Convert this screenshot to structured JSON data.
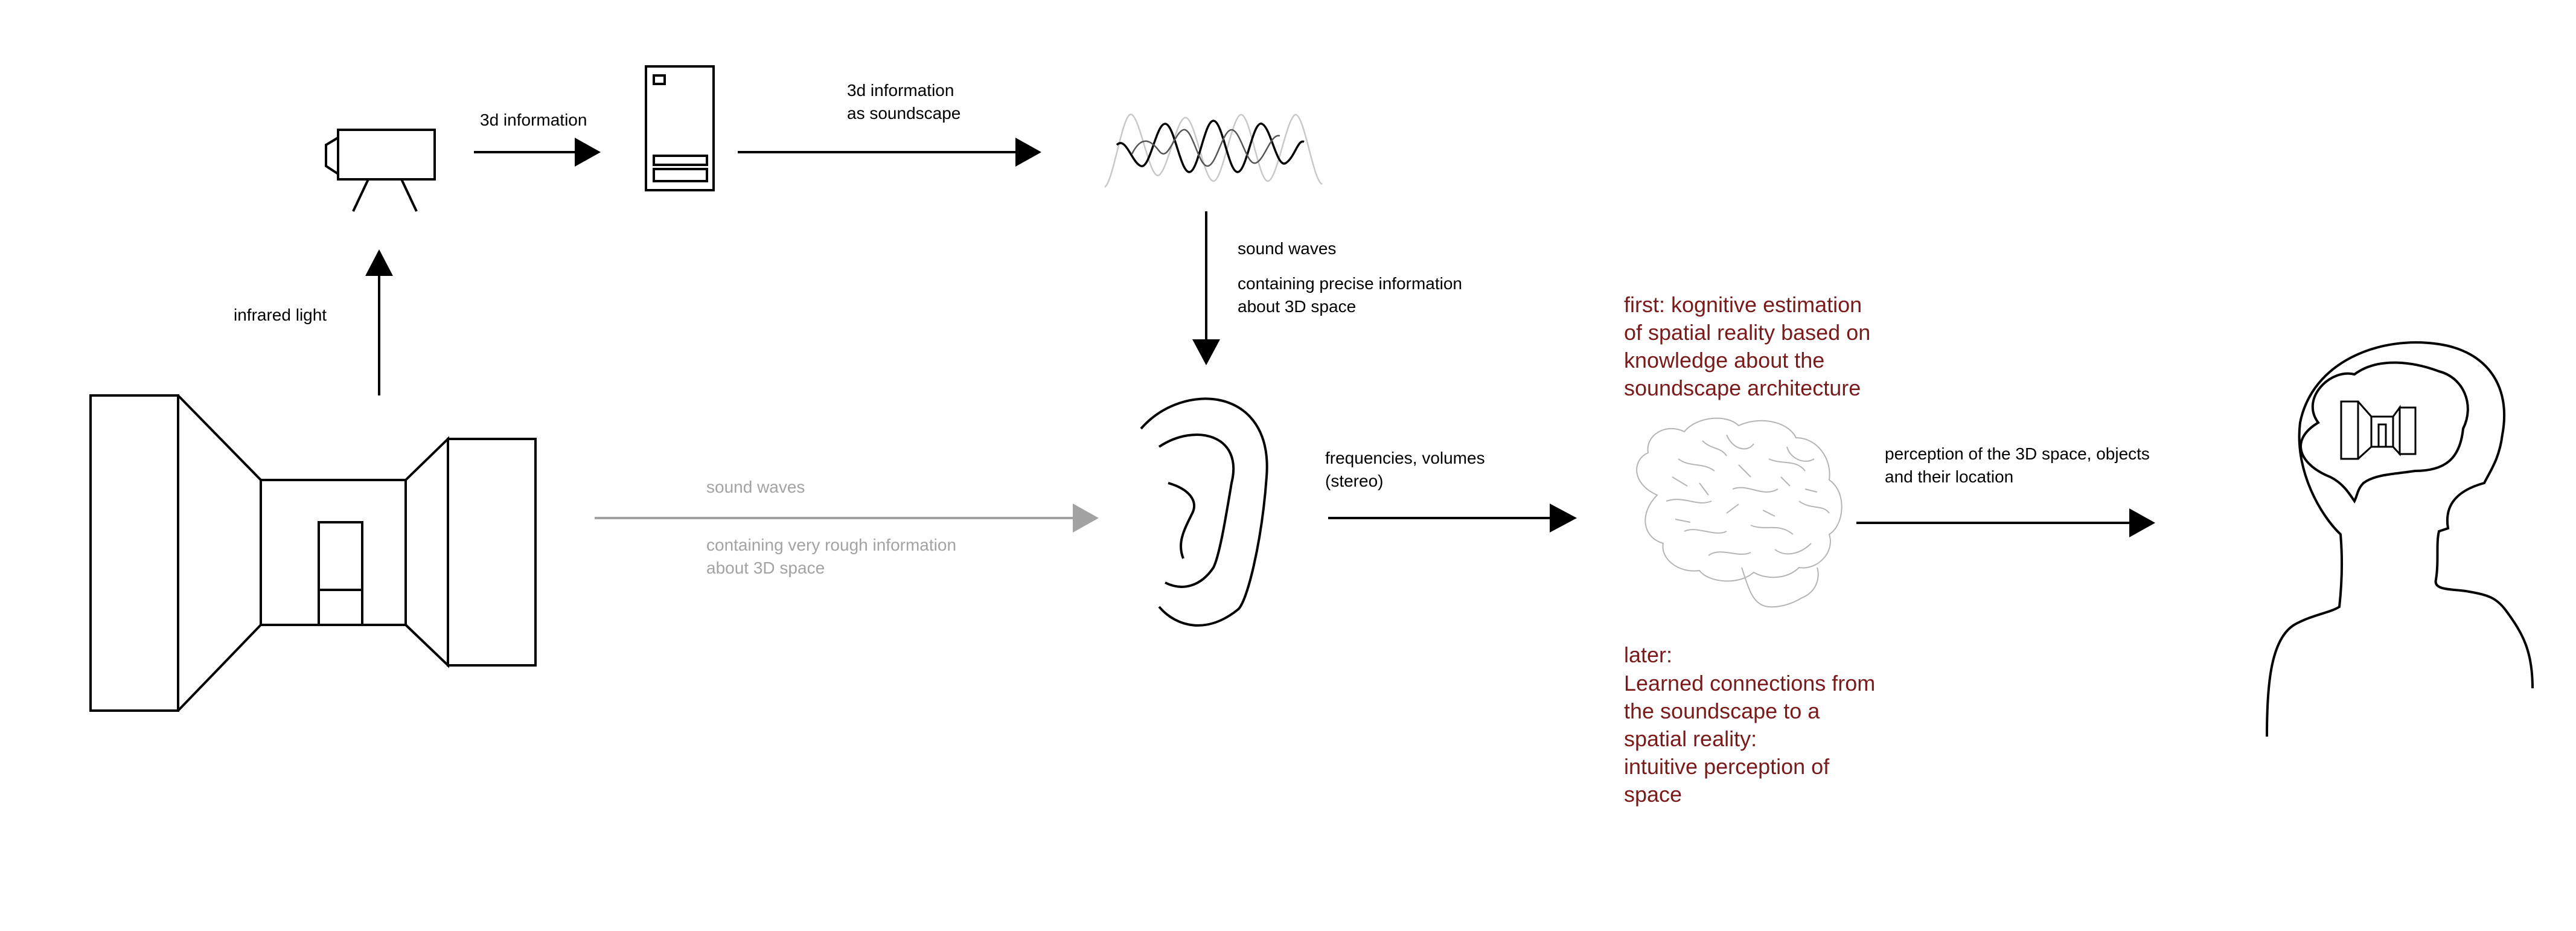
{
  "labels": {
    "camera_to_computer": "3d information",
    "computer_to_wave": [
      "3d information",
      "as soundscape"
    ],
    "infrared": "infrared light",
    "wave_to_ear": [
      "sound waves",
      "containing precise information",
      "about 3D space"
    ],
    "room_to_ear": [
      "sound waves",
      "containing very rough information",
      "about 3D space"
    ],
    "ear_to_brain": [
      "frequencies, volumes",
      "(stereo)"
    ],
    "brain_to_head": [
      "perception of the 3D space, objects",
      "and their location"
    ],
    "first_stage": [
      "first: kognitive estimation",
      "of spatial reality based on",
      "knowledge about the",
      "soundscape architecture"
    ],
    "later_stage": [
      "later:",
      "Learned connections from",
      "the soundscape to a",
      "spatial reality:",
      "intuitive perception of",
      "space"
    ]
  },
  "colors": {
    "line": "#000000",
    "muted": "#a3a3a3",
    "accent": "#7a1a1a"
  },
  "icons": [
    "camera-icon",
    "computer-icon",
    "soundwave-icon",
    "room-icon",
    "ear-icon",
    "brain-icon",
    "head-icon"
  ]
}
